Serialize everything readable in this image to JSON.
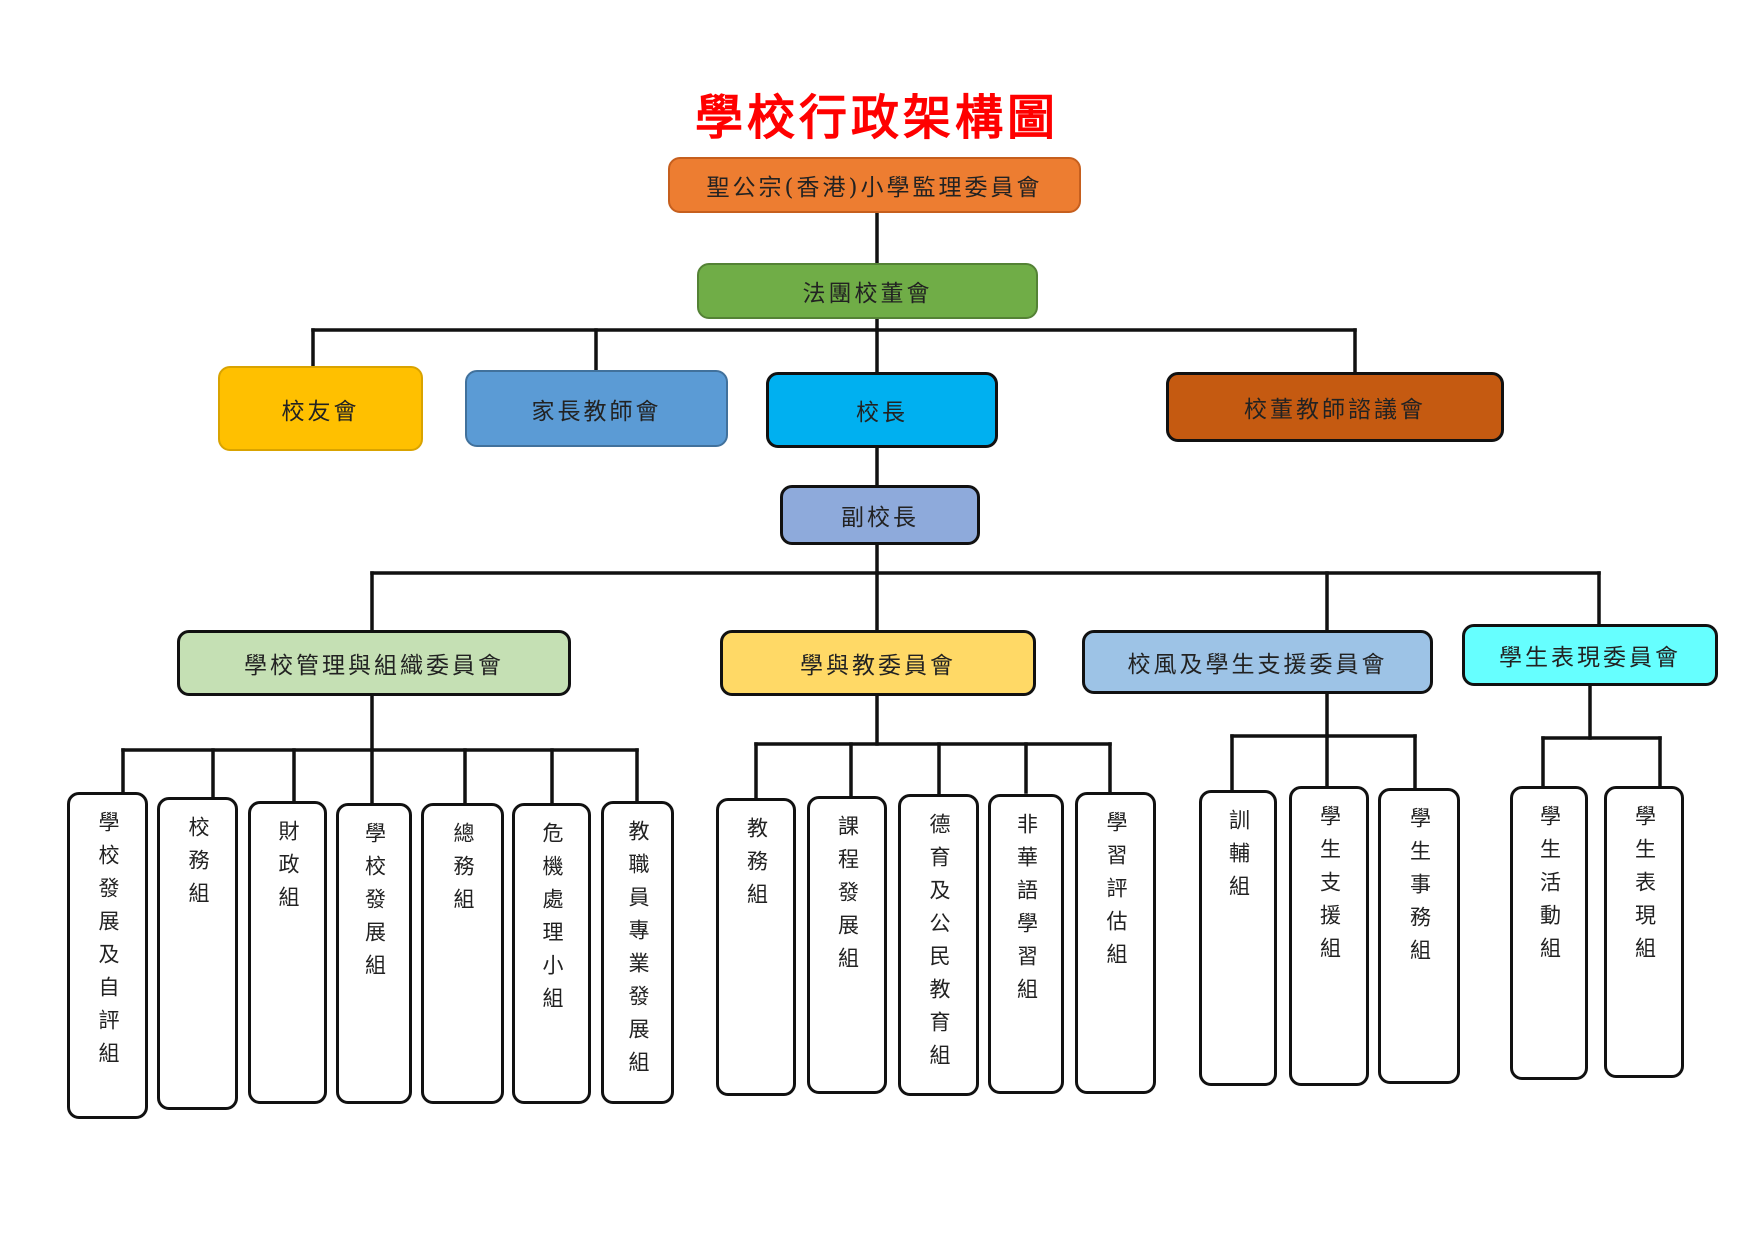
{
  "title": "學校行政架構圖",
  "nodes": {
    "supervisory": "聖公宗(香港)小學監理委員會",
    "board": "法團校董會",
    "alumni": "校友會",
    "pta": "家長教師會",
    "principal": "校長",
    "consultative": "校董教師諮議會",
    "vice_principal": "副校長",
    "committees": {
      "management": "學校管理與組織委員會",
      "learning": "學與教委員會",
      "ethos": "校風及學生支援委員會",
      "performance": "學生表現委員會"
    }
  },
  "groups": {
    "management": [
      "學校發展及自評組",
      "校務組",
      "財政組",
      "學校發展組",
      "總務組",
      "危機處理小組",
      "教職員專業發展組"
    ],
    "learning": [
      "教務組",
      "課程發展組",
      "德育及公民教育組",
      "非華語學習組",
      "學習評估組"
    ],
    "ethos": [
      "訓輔組",
      "學生支援組",
      "學生事務組"
    ],
    "performance": [
      "學生活動組",
      "學生表現組"
    ]
  },
  "colors": {
    "title": "#ff0000",
    "supervisory": "#ed7d31",
    "board": "#70ad47",
    "alumni": "#ffc000",
    "pta": "#5b9bd5",
    "principal": "#00b0f0",
    "consultative": "#c55a11",
    "vice_principal": "#8eaadb",
    "management": "#c5e0b4",
    "learning": "#ffd966",
    "ethos": "#9dc3e6",
    "performance": "#66ffff"
  }
}
